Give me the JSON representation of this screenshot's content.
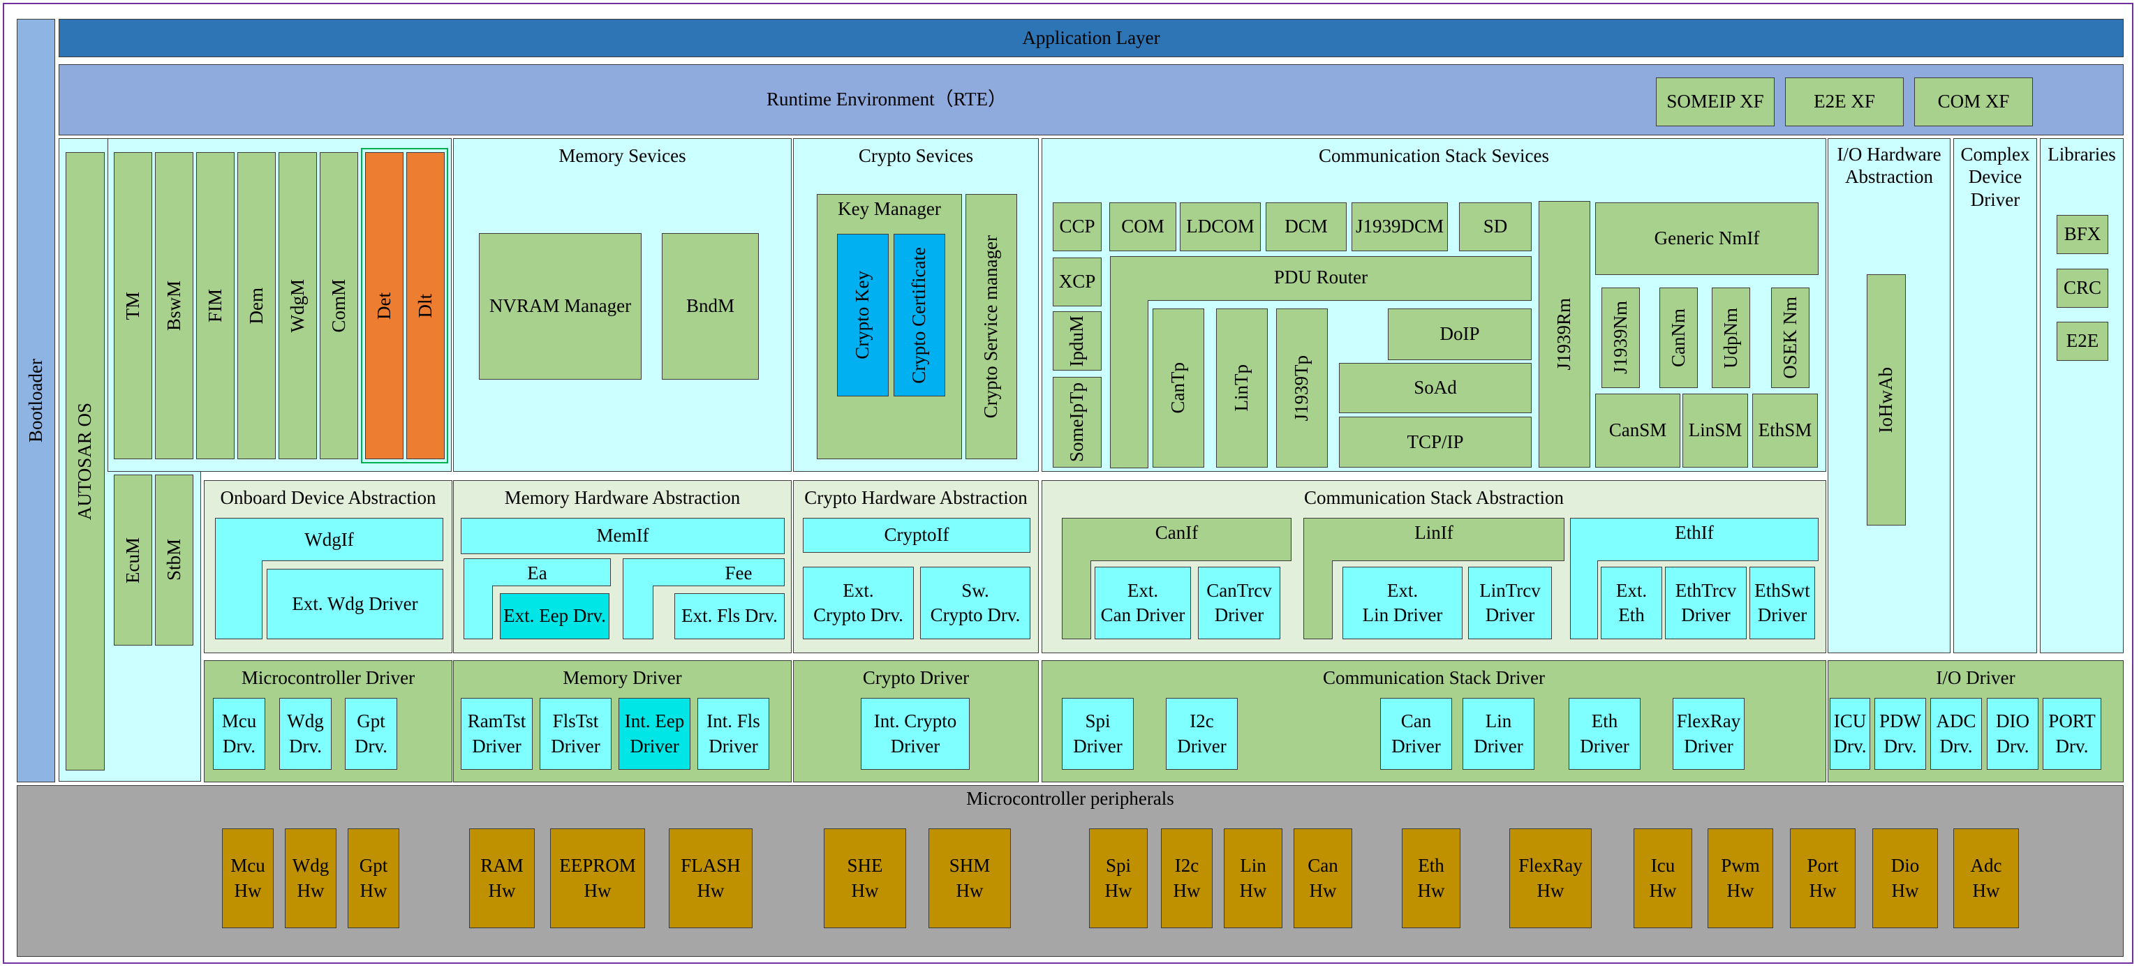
{
  "bootloader": "Bootloader",
  "application_layer": "Application Layer",
  "rte": {
    "label": "Runtime Environment（RTE）",
    "xf": [
      "SOMEIP XF",
      "E2E XF",
      "COM XF"
    ]
  },
  "system_services": {
    "os": "AUTOSAR OS",
    "modules": [
      "TM",
      "BswM",
      "FIM",
      "Dem",
      "WdgM",
      "ComM"
    ],
    "det": "Det",
    "dlt": "Dlt",
    "ecum": "EcuM",
    "stbm": "StbM"
  },
  "memory_services": {
    "title": "Memory Sevices",
    "items": [
      "NVRAM Manager",
      "BndM"
    ]
  },
  "crypto_services": {
    "title": "Crypto Sevices",
    "key_manager": "Key Manager",
    "crypto_key": "Crypto Key",
    "crypto_certificate": "Crypto Certificate",
    "csm": "Crypto Service manager"
  },
  "com_services": {
    "title": "Communication Stack Sevices",
    "ccp": "CCP",
    "xcp": "XCP",
    "ipdum": "IpduM",
    "someiptp": "SomeIpTp",
    "com": "COM",
    "ldcom": "LDCOM",
    "dcm": "DCM",
    "j1939dcm": "J1939DCM",
    "sd": "SD",
    "pdu_router": "PDU Router",
    "cantp": "CanTp",
    "lintp": "LinTp",
    "j1939tp": "J1939Tp",
    "doip": "DoIP",
    "soad": "SoAd",
    "tcpip": "TCP/IP",
    "j1939rm": "J1939Rm",
    "generic_nmif": "Generic NmIf",
    "nms": [
      "J1939Nm",
      "CanNm",
      "UdpNm",
      "OSEK Nm"
    ],
    "sms": [
      "CanSM",
      "LinSM",
      "EthSM"
    ]
  },
  "io_hw_abstraction": {
    "title": "I/O Hardware\nAbstraction",
    "iohwab": "IoHwAb"
  },
  "complex_device_driver": "Complex\nDevice\nDriver",
  "libraries": {
    "title": "Libraries",
    "items": [
      "BFX",
      "CRC",
      "E2E"
    ]
  },
  "onboard_abstraction": {
    "title": "Onboard Device Abstraction",
    "wdgif": "WdgIf",
    "ext_wdg": "Ext. Wdg Driver"
  },
  "memory_hw_abstraction": {
    "title": "Memory Hardware Abstraction",
    "memif": "MemIf",
    "ea": "Ea",
    "fee": "Fee",
    "ext_eep": "Ext. Eep Drv.",
    "ext_fls": "Ext. Fls Drv."
  },
  "crypto_hw_abstraction": {
    "title": "Crypto Hardware Abstraction",
    "cryptoif": "CryptoIf",
    "ext": "Ext.\nCrypto Drv.",
    "sw": "Sw.\nCrypto Drv."
  },
  "com_abstraction": {
    "title": "Communication Stack Abstraction",
    "canif": "CanIf",
    "linif": "LinIf",
    "ethif": "EthIf",
    "ext_can": "Ext.\nCan Driver",
    "cantrcv": "CanTrcv\nDriver",
    "ext_lin": "Ext.\nLin Driver",
    "lintrcv": "LinTrcv\nDriver",
    "ext_eth": "Ext.\nEth",
    "ethtrcv": "EthTrcv\nDriver",
    "ethswt": "EthSwt\nDriver"
  },
  "mcu_driver": {
    "title": "Microcontroller Driver",
    "items": [
      "Mcu\nDrv.",
      "Wdg\nDrv.",
      "Gpt\nDrv."
    ]
  },
  "memory_driver": {
    "title": "Memory Driver",
    "items": [
      "RamTst\nDriver",
      "FlsTst\nDriver",
      "Int. Eep\nDriver",
      "Int. Fls\nDriver"
    ]
  },
  "crypto_driver": {
    "title": "Crypto Driver",
    "item": "Int. Crypto\nDriver"
  },
  "com_driver": {
    "title": "Communication Stack Driver",
    "items": [
      "Spi\nDriver",
      "I2c\nDriver",
      "Can\nDriver",
      "Lin\nDriver",
      "Eth\nDriver",
      "FlexRay\nDriver"
    ]
  },
  "io_driver": {
    "title": "I/O Driver",
    "items": [
      "ICU\nDrv.",
      "PDW\nDrv.",
      "ADC\nDrv.",
      "DIO\nDrv.",
      "PORT\nDrv."
    ]
  },
  "peripherals": {
    "title": "Microcontroller peripherals",
    "items": [
      "Mcu\nHw",
      "Wdg\nHw",
      "Gpt\nHw",
      "RAM\nHw",
      "EEPROM\nHw",
      "FLASH\nHw",
      "SHE\nHw",
      "SHM\nHw",
      "Spi\nHw",
      "I2c\nHw",
      "Lin\nHw",
      "Can\nHw",
      "Eth\nHw",
      "FlexRay\nHw",
      "Icu\nHw",
      "Pwm\nHw",
      "Port\nHw",
      "Dio\nHw",
      "Adc\nHw"
    ]
  },
  "colors": {
    "application_layer": "#2e75b6",
    "rte": "#8faadc",
    "bootloader": "#8eb4e3",
    "module_green": "#a9d18e",
    "services_cyan": "#ccffff",
    "driver_aqua": "#7fffff",
    "highlight_cyan": "#00e6e6",
    "crypto_key_blue": "#00b0f0",
    "det_dlt_orange": "#ed7d31",
    "hardware_gold": "#bf9000",
    "peripherals_gray": "#a6a6a6",
    "abstraction_pale": "#e2efda"
  }
}
